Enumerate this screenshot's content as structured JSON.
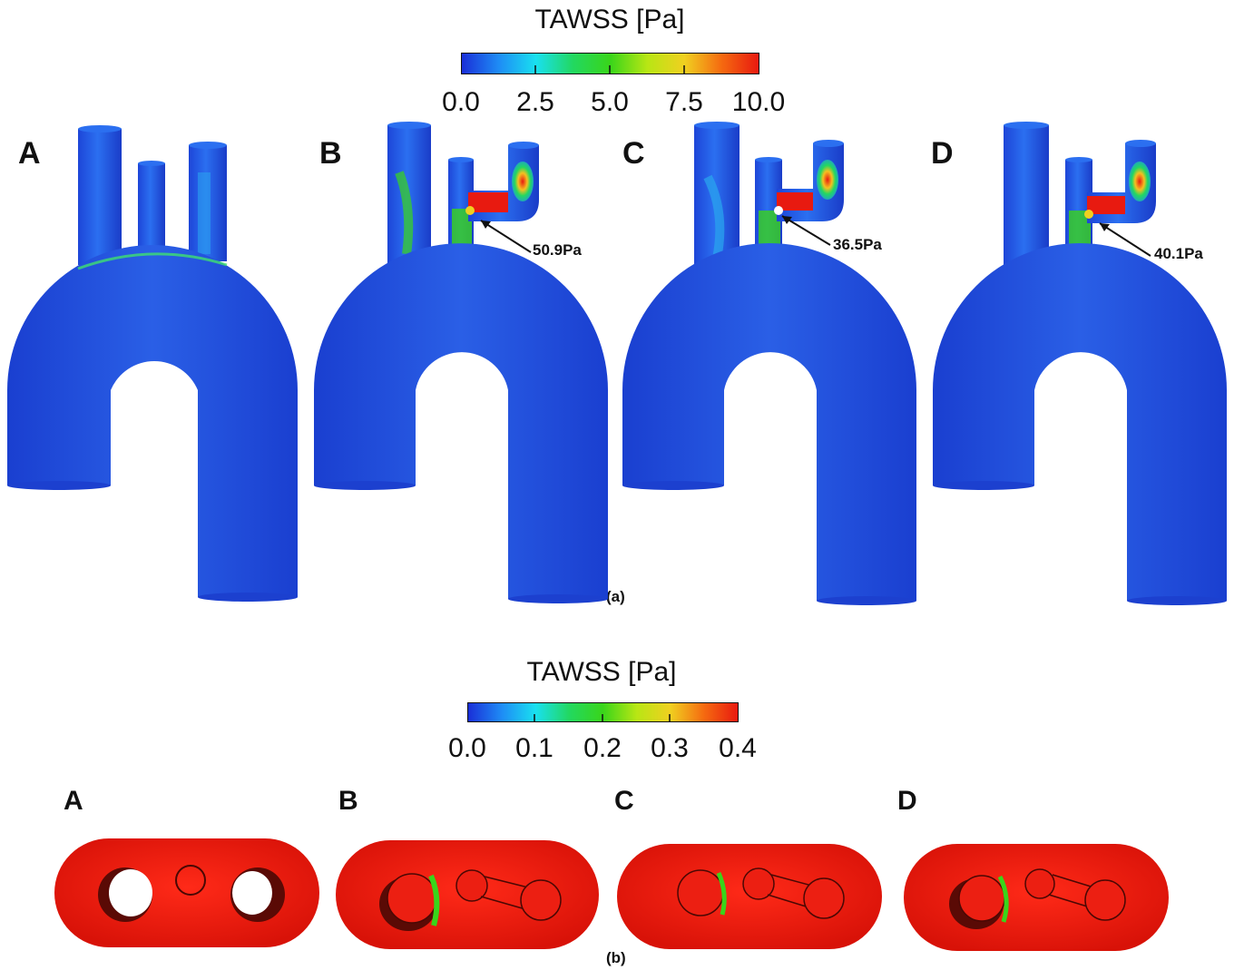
{
  "colormap": [
    "#1a2fd8",
    "#1e8cf5",
    "#19e0f0",
    "#22d860",
    "#39d51a",
    "#b8e614",
    "#f0d020",
    "#f56a10",
    "#e81a10"
  ],
  "surface_color": "#1f4fd9",
  "ring_color": "#e81a10",
  "top": {
    "colorbar": {
      "title": "TAWSS [Pa]",
      "ticks": [
        "0.0",
        "2.5",
        "5.0",
        "7.5",
        "10.0"
      ]
    },
    "panels": [
      {
        "letter": "A",
        "annotation": ""
      },
      {
        "letter": "B",
        "annotation": "50.9Pa"
      },
      {
        "letter": "C",
        "annotation": "36.5Pa"
      },
      {
        "letter": "D",
        "annotation": "40.1Pa"
      }
    ],
    "sublabel": "(a)"
  },
  "bottom": {
    "colorbar": {
      "title": "TAWSS [Pa]",
      "ticks": [
        "0.0",
        "0.1",
        "0.2",
        "0.3",
        "0.4"
      ]
    },
    "panels": [
      {
        "letter": "A"
      },
      {
        "letter": "B"
      },
      {
        "letter": "C"
      },
      {
        "letter": "D"
      }
    ],
    "sublabel": "(b)"
  }
}
